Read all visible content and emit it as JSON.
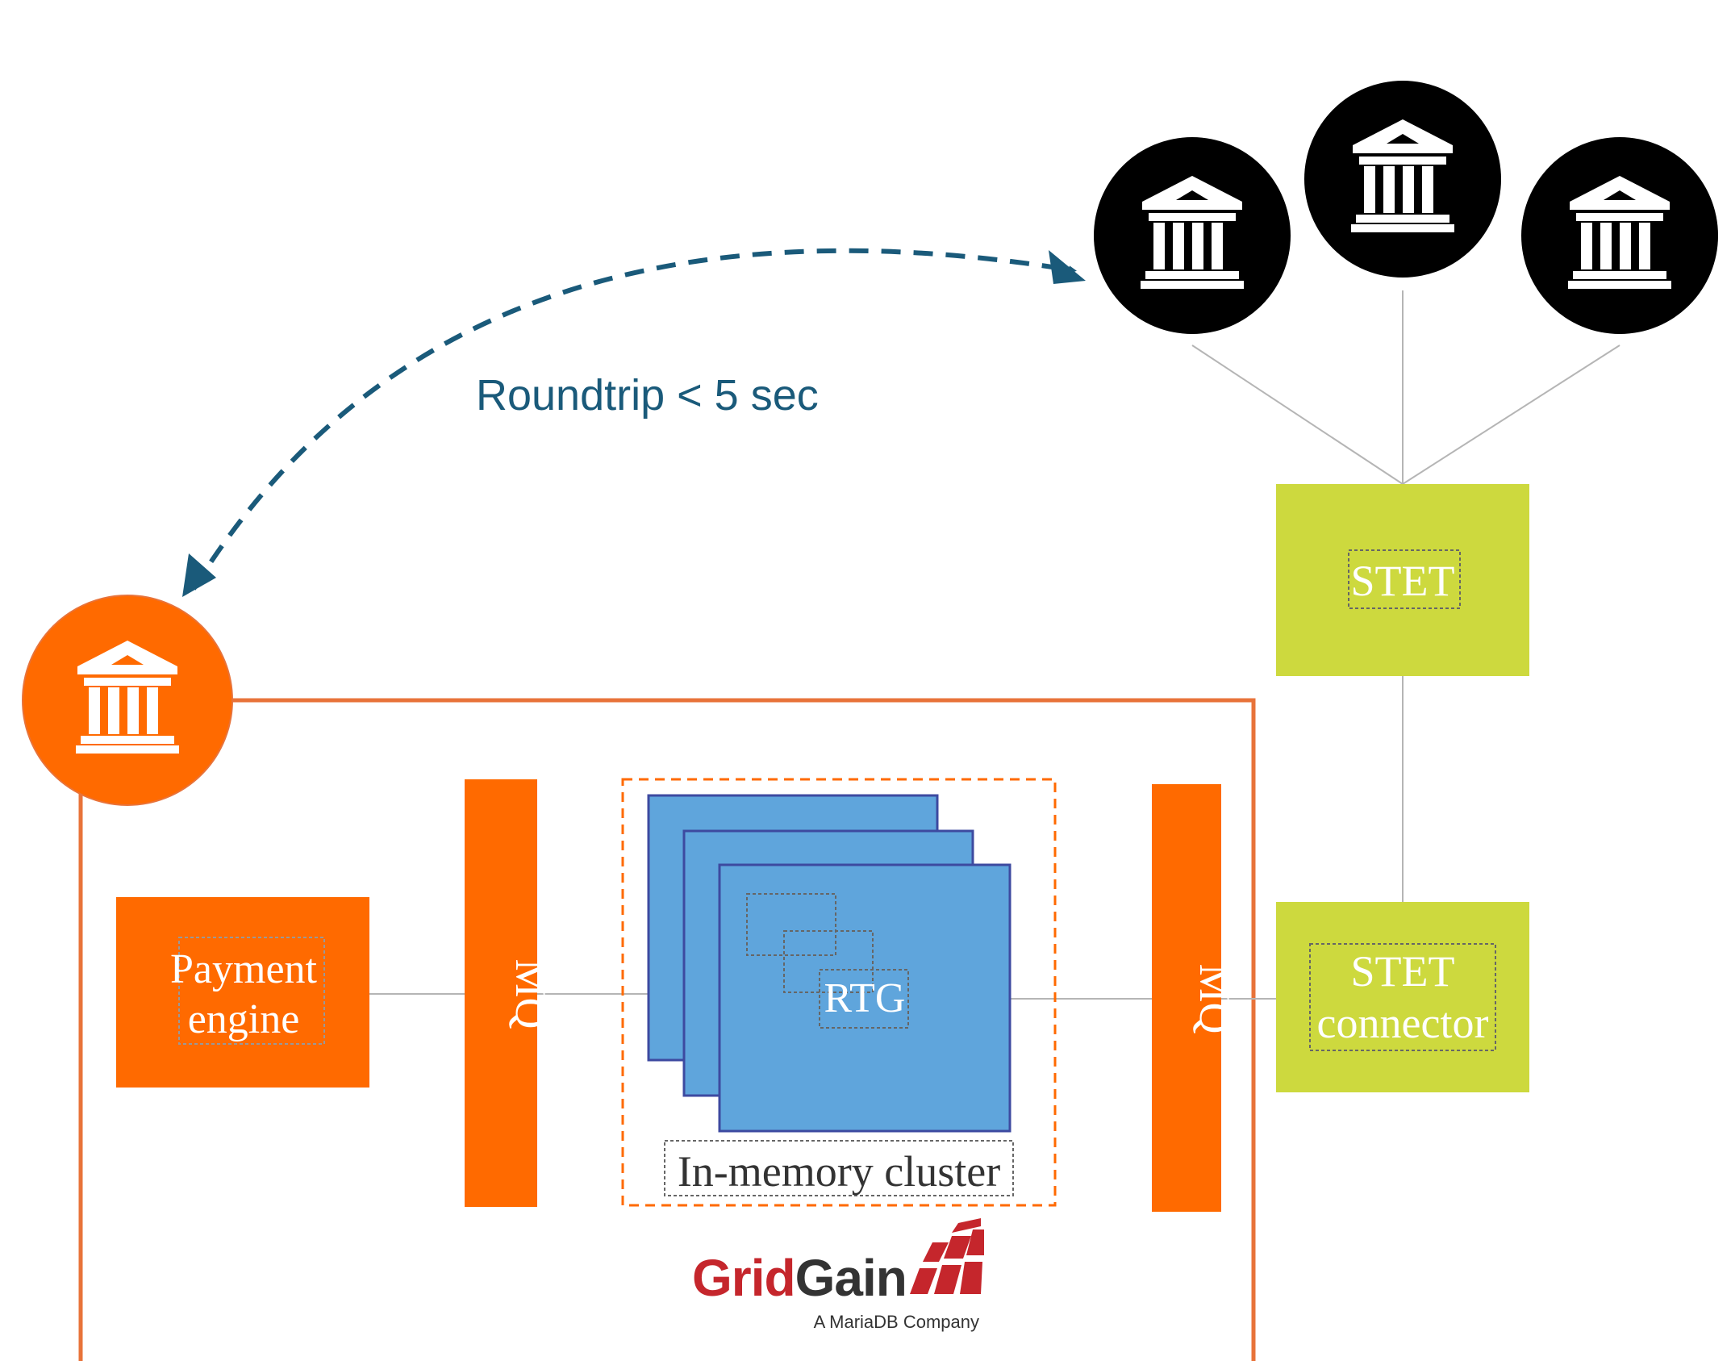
{
  "annotation": {
    "roundtrip_label": "Roundtrip < 5 sec"
  },
  "nodes": {
    "stet": "STET",
    "stet_connector_line1": "STET",
    "stet_connector_line2": "connector",
    "payment_engine_line1": "Payment",
    "payment_engine_line2": "engine",
    "mq_left": "MQ",
    "mq_right": "MQ",
    "rtg": "RTG",
    "cluster_caption": "In-memory cluster"
  },
  "logo": {
    "name": "GridGain",
    "part1": "Grid",
    "part2": "Gain",
    "tagline": "A MariaDB Company"
  },
  "icons": {
    "bank": "bank-building-icon"
  },
  "colors": {
    "orange": "#ff6a00",
    "border_orange": "#e8733a",
    "lime": "#cdd93e",
    "blue": "#5fa5dc",
    "blue_border": "#3d4aa0",
    "arrow_teal": "#1a5a7a",
    "black": "#000000",
    "connector_gray": "#b5b5b5",
    "gridgain_red": "#c5262c"
  }
}
